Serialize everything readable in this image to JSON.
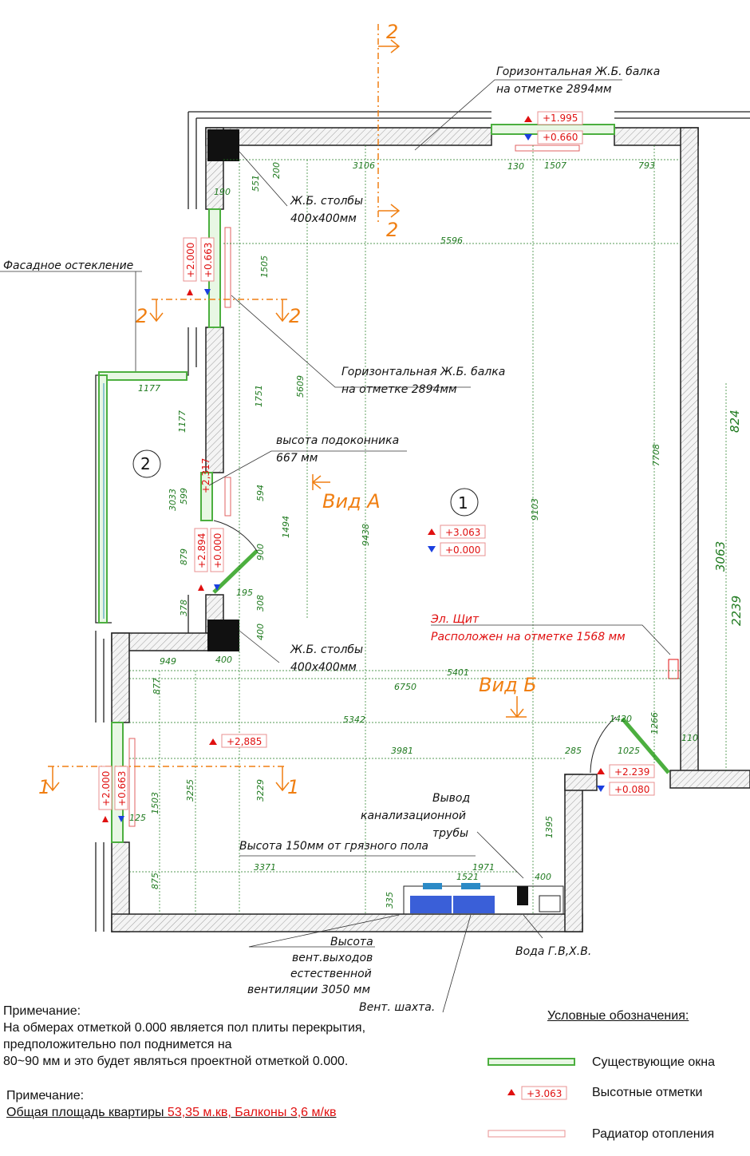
{
  "labels": {
    "beam_top": [
      "Горизонтальная Ж.Б. балка",
      "на отметке 2894мм"
    ],
    "beam_mid": [
      "Горизонтальная Ж.Б. балка",
      "на отметке 2894мм"
    ],
    "columns_top": [
      "Ж.Б. столбы",
      "400х400мм"
    ],
    "columns_bottom": [
      "Ж.Б. столбы",
      "400х400мм"
    ],
    "facade": "Фасадное остекление",
    "sill": [
      "высота подоконника",
      "667 мм"
    ],
    "panel": [
      "Эл. Щит",
      "Расположен на отметке 1568 мм"
    ],
    "sewer": [
      "Вывод",
      "канализационной",
      "трубы"
    ],
    "height150": "Высота 150мм от грязного пола",
    "vent": [
      "Высота",
      "вент.выходов",
      "естественной",
      "вентиляции 3050 мм",
      "Вент. шахта."
    ],
    "water": "Вода Г.В,Х.В.",
    "view_a": "Вид А",
    "view_b": "Вид Б",
    "room1": "1",
    "room2": "2",
    "section2": "2",
    "section1": "1"
  },
  "elevations": {
    "win_top_a": "+1.995",
    "win_top_b": "+0.660",
    "win_left_a": "+2.000",
    "win_left_b": "+0.663",
    "door_a": "+2.894",
    "door_b": "+0.000",
    "room_a": "+3.063",
    "room_b": "+0.000",
    "door2_a": "+2.239",
    "door2_b": "+0.080",
    "lower_a": "+2.000",
    "lower_b": "+0.663",
    "mid": "+2,885",
    "mid2": "+2,317"
  },
  "dimensions": {
    "d3106": "3106",
    "d130": "130",
    "d1507": "1507",
    "d793": "793",
    "d200": "200",
    "d551": "551",
    "d190": "190",
    "d5596": "5596",
    "d1505": "1505",
    "d5609": "5609",
    "d1751": "1751",
    "d1177a": "1177",
    "d1177b": "1177",
    "d3033": "3033",
    "d599": "599",
    "d594": "594",
    "d1494": "1494",
    "d9438": "9438",
    "d9103": "9103",
    "d7708": "7708",
    "d824": "824",
    "d3063": "3063",
    "d2239": "2239",
    "d879": "879",
    "d900": "900",
    "d195": "195",
    "d308": "308",
    "d378": "378",
    "d400a": "400",
    "d400b": "400",
    "d949": "949",
    "d5401": "5401",
    "d877": "877",
    "d6750": "6750",
    "d5342": "5342",
    "d1420": "1420",
    "d1266": "1266",
    "d110": "110",
    "d3981": "3981",
    "d285": "285",
    "d1025": "1025",
    "d1503": "1503",
    "d3255": "3255",
    "d3229": "3229",
    "d125": "125",
    "d1395": "1395",
    "d3371": "3371",
    "d1971": "1971",
    "d1521": "1521",
    "d400c": "400",
    "d875": "875",
    "d335": "335"
  },
  "notes": {
    "title1": "Примечание:",
    "line1": "На обмерах  отметкой 0.000 является пол плиты перекрытия,",
    "line2": "предположительно пол поднимется на",
    "line3": "80~90 мм и это будет являться  проектной отметкой 0.000.",
    "title2": "Примечание:",
    "area_prefix": "Общая площадь квартиры ",
    "area_value": "53,35 м.кв, Балконы 3,6 м/кв"
  },
  "legend": {
    "title": "Условные обозначения:",
    "windows": "Существующие окна",
    "marks": "Высотные отметки",
    "marks_sample": "+3.063",
    "radiator": "Радиатор отопления"
  },
  "colors": {
    "dim": "#1f7a1f",
    "accent": "#f07f12",
    "red": "#e01010",
    "blue": "#1a3fe0",
    "window": "#4caf3f"
  }
}
